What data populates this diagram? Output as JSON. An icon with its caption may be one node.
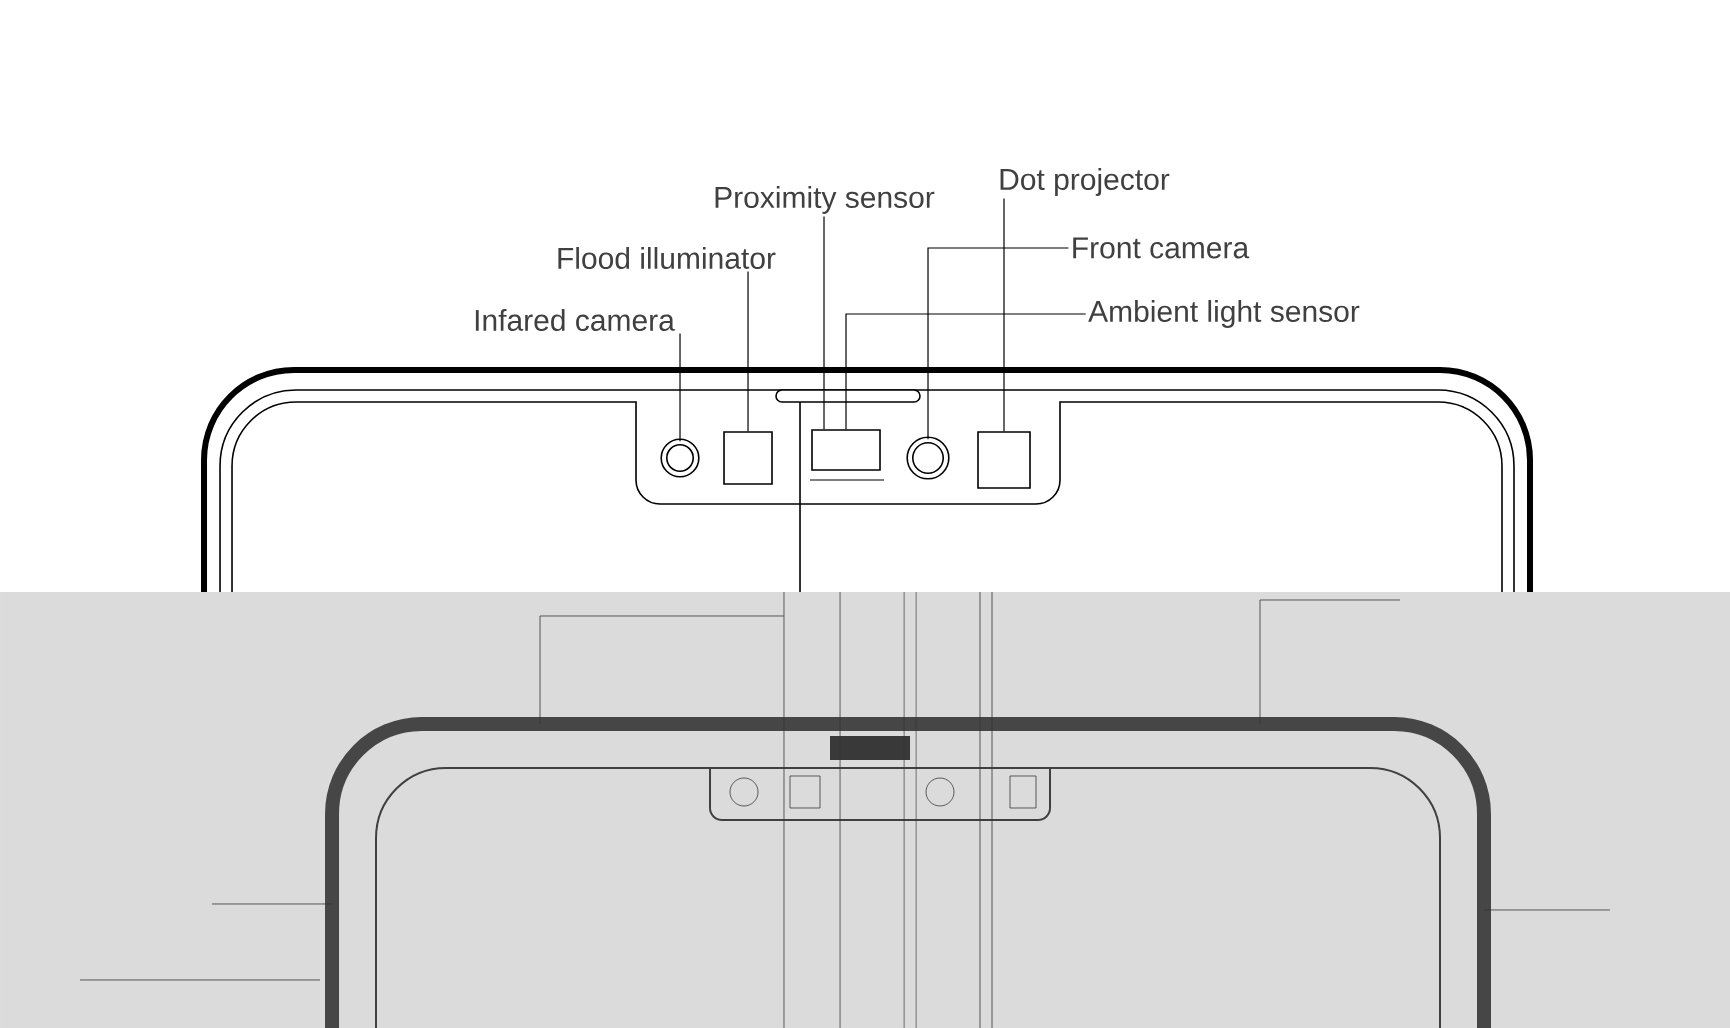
{
  "diagram": {
    "nodes": [
      {
        "text": [
          "Proximity sensor"
        ]
      },
      {
        "text": [
          "Flood illuminator"
        ]
      },
      {
        "text": [
          "Infared camera"
        ]
      },
      {
        "text": [
          "Ambient light sensor"
        ]
      },
      {
        "text": [
          "Front camera"
        ]
      },
      {
        "text": [
          "Dot projector"
        ]
      },
      {
        "text": [],
        "shape": "circle"
      },
      {
        "text": [],
        "shape": "box"
      },
      {
        "text": [],
        "shape": "box"
      },
      {
        "text": [],
        "shape": "circle"
      },
      {
        "text": [],
        "shape": "box"
      }
    ],
    "edges": [
      {
        "from": 0,
        "to": 8,
        "arrow": "none"
      },
      {
        "from": 1,
        "to": 7,
        "arrow": "none"
      },
      {
        "from": 2,
        "to": 6,
        "arrow": "none"
      },
      {
        "from": 3,
        "to": 8,
        "arrow": "none"
      },
      {
        "from": 4,
        "to": 9,
        "arrow": "none"
      },
      {
        "from": 5,
        "to": 10,
        "arrow": "none"
      }
    ]
  }
}
